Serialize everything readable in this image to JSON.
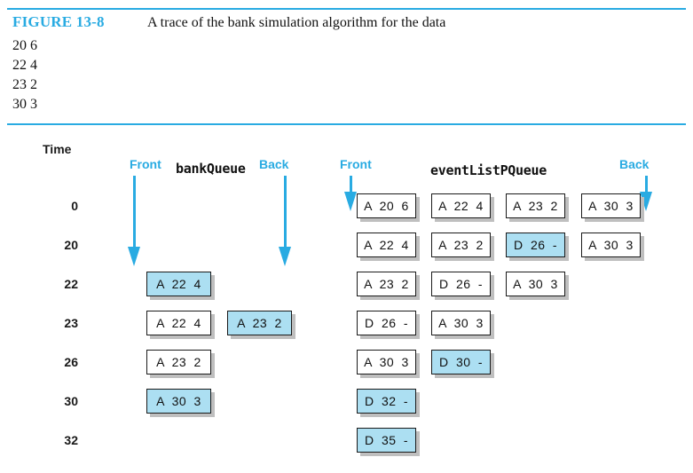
{
  "figure": {
    "label": "FIGURE 13-8",
    "caption": "A trace of the bank simulation algorithm for the data",
    "input_data_lines": [
      "20 6",
      "22 4",
      "23 2",
      "30 3"
    ]
  },
  "diagram": {
    "time_header": "Time",
    "bank_queue": {
      "front_label": "Front",
      "title": "bankQueue",
      "back_label": "Back"
    },
    "event_list_pqueue": {
      "front_label": "Front",
      "title": "eventListPQueue",
      "back_label": "Back"
    },
    "rows": [
      {
        "time": "0",
        "bank_queue": [],
        "event_list": [
          {
            "text": "A 20 6",
            "highlight": false
          },
          {
            "text": "A 22 4",
            "highlight": false
          },
          {
            "text": "A 23 2",
            "highlight": false
          },
          {
            "text": "A 30 3",
            "highlight": false
          }
        ]
      },
      {
        "time": "20",
        "bank_queue": [],
        "event_list": [
          {
            "text": "A 22 4",
            "highlight": false
          },
          {
            "text": "A 23 2",
            "highlight": false
          },
          {
            "text": "D 26 -",
            "highlight": true
          },
          {
            "text": "A 30 3",
            "highlight": false
          }
        ]
      },
      {
        "time": "22",
        "bank_queue": [
          {
            "text": "A 22 4",
            "highlight": true
          }
        ],
        "event_list": [
          {
            "text": "A 23 2",
            "highlight": false
          },
          {
            "text": "D 26 -",
            "highlight": false
          },
          {
            "text": "A 30 3",
            "highlight": false
          }
        ]
      },
      {
        "time": "23",
        "bank_queue": [
          {
            "text": "A 22 4",
            "highlight": false
          },
          {
            "text": "A 23 2",
            "highlight": true
          }
        ],
        "event_list": [
          {
            "text": "D 26 -",
            "highlight": false
          },
          {
            "text": "A 30 3",
            "highlight": false
          }
        ]
      },
      {
        "time": "26",
        "bank_queue": [
          {
            "text": "A 23 2",
            "highlight": false
          }
        ],
        "event_list": [
          {
            "text": "A 30 3",
            "highlight": false
          },
          {
            "text": "D 30 -",
            "highlight": true
          }
        ]
      },
      {
        "time": "30",
        "bank_queue": [
          {
            "text": "A 30 3",
            "highlight": true
          }
        ],
        "event_list": [
          {
            "text": "D 32 -",
            "highlight": true
          }
        ]
      },
      {
        "time": "32",
        "bank_queue": [],
        "event_list": [
          {
            "text": "D 35 -",
            "highlight": true
          }
        ]
      }
    ]
  },
  "colors": {
    "accent": "#29ABE2",
    "highlight_fill": "#ACDFF2",
    "box_shadow": "#BFBFBF"
  }
}
